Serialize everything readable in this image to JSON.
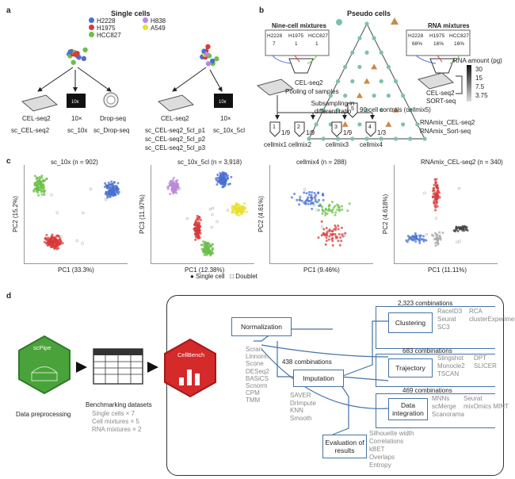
{
  "panel_a": {
    "label": "a",
    "title": "Single cells",
    "lines": [
      {
        "name": "H2228",
        "color": "#4a6fd0"
      },
      {
        "name": "H1975",
        "color": "#d83a3a"
      },
      {
        "name": "HCC827",
        "color": "#6cc04a"
      },
      {
        "name": "H838",
        "color": "#b98ad8"
      },
      {
        "name": "A549",
        "color": "#e8e030"
      }
    ],
    "left_protocols": [
      {
        "tech": "CEL-seq2",
        "name": "sc_CEL-seq2"
      },
      {
        "tech": "10×",
        "name": "sc_10x"
      },
      {
        "tech": "Drop-seq",
        "name": "sc_Drop-seq"
      }
    ],
    "right_protocols": [
      {
        "tech": "CEL-seq2",
        "names": [
          "sc_CEL-seq2_5cl_p1",
          "sc_CEL-seq2_5cl_p2",
          "sc_CEL-seq2_5cl_p3"
        ]
      },
      {
        "tech": "10×",
        "names": [
          "sc_10x_5cl"
        ]
      }
    ],
    "chip_label": "10x"
  },
  "panel_b": {
    "label": "b",
    "title": "Pseudo cells",
    "nine_cell": "Nine-cell mixtures",
    "nine_cols": [
      {
        "name": "H2228",
        "n": "7"
      },
      {
        "name": "H1975",
        "n": "1"
      },
      {
        "name": "HCC827",
        "n": "1"
      }
    ],
    "rna_mix": "RNA mixtures",
    "rna_cols": [
      {
        "name": "H2228",
        "pct": "68%"
      },
      {
        "name": "H1975",
        "pct": "16%"
      },
      {
        "name": "HCC827",
        "pct": "16%"
      }
    ],
    "celseq": "CEL-seq2",
    "pooling": "Pooling of samples",
    "subsampling": "Subsampling in different ratio",
    "controls_num": "5",
    "controls": "90 cell controls (cellmix5)",
    "tubes": [
      {
        "n": "1",
        "ratio": "1/9",
        "name": "cellmix1"
      },
      {
        "n": "2",
        "ratio": "1/9",
        "name": "cellmix2"
      },
      {
        "n": "3",
        "ratio": "1/9",
        "name": "cellmix3"
      },
      {
        "n": "4",
        "ratio": "1/3",
        "name": "cellmix4"
      }
    ],
    "rna_amount": "RNA amount (pg)",
    "amounts": [
      "30",
      "15",
      "7.5",
      "3.75"
    ],
    "celseq2_sort": [
      "CEL-seq2",
      "SORT-seq"
    ],
    "rnamix_names": [
      "RNAmix_CEL-seq2",
      "RNAmix_Sort-seq"
    ]
  },
  "panel_c": {
    "label": "c",
    "plots": [
      {
        "title": "sc_10x (n = 902)",
        "xlabel": "PC1 (33.3%)",
        "ylabel": "PC2 (15.2%)"
      },
      {
        "title": "sc_10x_5cl (n = 3,918)",
        "xlabel": "PC1 (12.38%)",
        "ylabel": "PC3 (11.97%)"
      },
      {
        "title": "cellmix4 (n = 288)",
        "xlabel": "PC1 (9.46%)",
        "ylabel": "PC2 (4.61%)"
      },
      {
        "title": "RNAmix_CEL-seq2 (n = 340)",
        "xlabel": "PC1 (11.11%)",
        "ylabel": "PC2 (4.618%)"
      }
    ],
    "legend": [
      {
        "symbol": "●",
        "label": "Single cell"
      },
      {
        "symbol": "□",
        "label": "Doublet"
      }
    ]
  },
  "panel_d": {
    "label": "d",
    "scpipe": "scPipe",
    "data_preprocessing": "Data preprocessing",
    "cellbench": "CellBench",
    "benchmarking": "Benchmarking datasets",
    "datasets": [
      "Single cells × 7",
      "Cell mixtures × 5",
      "RNA mixtures × 2"
    ],
    "normalization": "Normalization",
    "norm_methods": [
      "Scran",
      "Linnorm",
      "Scone",
      "DESeq2",
      "BASiCS",
      "Scnorm",
      "CPM",
      "TMM"
    ],
    "imputation_combos": "438 combinations",
    "imputation": "Imputation",
    "imp_methods": [
      "SAVER",
      "DrImpute",
      "KNN",
      "Smooth"
    ],
    "clustering_combos": "2,323 combinations",
    "clustering": "Clustering",
    "clust_methods_1": [
      "RaceID3",
      "Seurat",
      "SC3"
    ],
    "clust_methods_2": [
      "RCA",
      "clusterExperiment"
    ],
    "trajectory_combos": "683 combinations",
    "trajectory": "Trajectory",
    "traj_methods_1": [
      "Slingshot",
      "Monocle2",
      "TSCAN"
    ],
    "traj_methods_2": [
      "DPT",
      "SLICER"
    ],
    "integration_combos": "469 combinations",
    "integration": "Data integration",
    "int_methods_1": [
      "MNNs",
      "scMerge",
      "Scanorama"
    ],
    "int_methods_2": [
      "Seurat",
      "mixOmics MINT"
    ],
    "evaluation": "Evaluation of results",
    "eval_methods": [
      "Silhouette width",
      "Correlations",
      "kBET",
      "Overlaps",
      "Entropy"
    ]
  }
}
